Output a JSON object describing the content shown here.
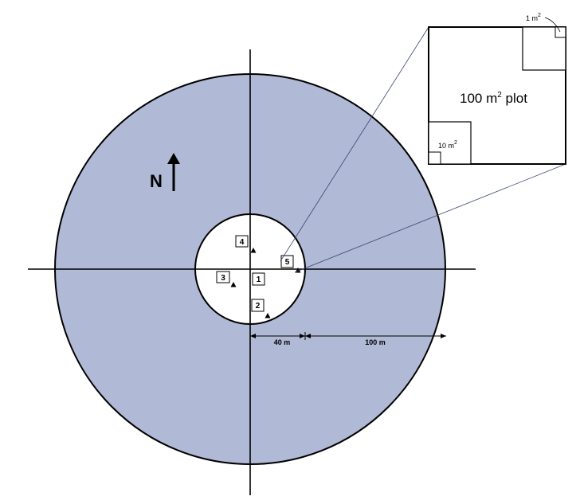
{
  "colors": {
    "outer_ring": "#b0b9d5",
    "inner_disc": "#ffffff",
    "stroke": "#000000",
    "leader": "#39466e"
  },
  "compass": {
    "label": "N"
  },
  "plots": [
    {
      "id": "1",
      "label": "1"
    },
    {
      "id": "2",
      "label": "2"
    },
    {
      "id": "3",
      "label": "3"
    },
    {
      "id": "4",
      "label": "4"
    },
    {
      "id": "5",
      "label": "5"
    }
  ],
  "dimensions": {
    "inner_radius": "40 m",
    "outer_width": "100 m"
  },
  "inset": {
    "title_prefix": "100 m",
    "title_exp": "2",
    "title_suffix": " plot",
    "small_prefix": "1 m",
    "small_exp": "2",
    "medium_prefix": "10 m",
    "medium_exp": "2"
  },
  "icons": {
    "compass_arrow": "north-arrow-icon",
    "plot_marker": "triangle-marker-icon"
  }
}
